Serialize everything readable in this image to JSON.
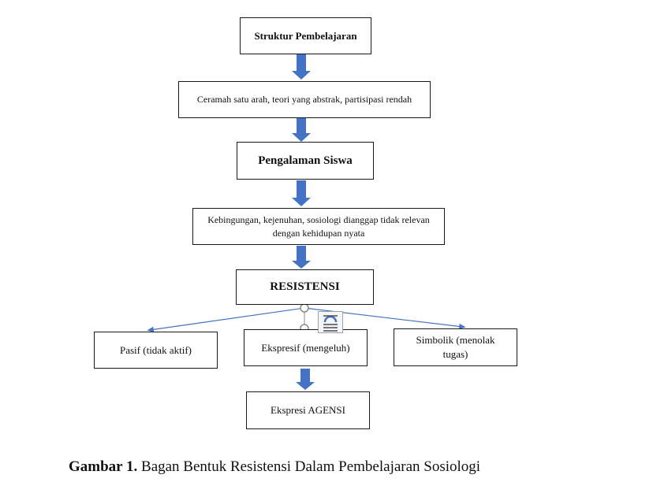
{
  "diagram": {
    "nodes": {
      "struktur": "Struktur Pembelajaran",
      "ceramah": "Ceramah satu arah, teori yang abstrak, partisipasi rendah",
      "pengalaman": "Pengalaman Siswa",
      "kebingungan": "Kebingungan, kejenuhan, sosiologi dianggap tidak relevan dengan kehidupan nyata",
      "resistensi": "RESISTENSI",
      "pasif": "Pasif (tidak aktif)",
      "ekspresif": "Ekspresif (mengeluh)",
      "simbolik": "Simbolik (menolak tugas)",
      "agensi": "Ekspresi AGENSI"
    },
    "edges": [
      {
        "from": "struktur",
        "to": "ceramah"
      },
      {
        "from": "ceramah",
        "to": "pengalaman"
      },
      {
        "from": "pengalaman",
        "to": "kebingungan"
      },
      {
        "from": "kebingungan",
        "to": "resistensi"
      },
      {
        "from": "resistensi",
        "to": "pasif"
      },
      {
        "from": "resistensi",
        "to": "ekspresif"
      },
      {
        "from": "resistensi",
        "to": "simbolik"
      },
      {
        "from": "ekspresif",
        "to": "agensi"
      }
    ],
    "colors": {
      "arrow": "#4472c4",
      "border": "#1a1a1a",
      "handle": "#8a8a8a"
    }
  },
  "caption": {
    "label": "Gambar 1.",
    "text": "Bagan Bentuk Resistensi Dalam Pembelajaran Sosiologi"
  },
  "icons": {
    "layout_options": "layout-options-icon"
  }
}
